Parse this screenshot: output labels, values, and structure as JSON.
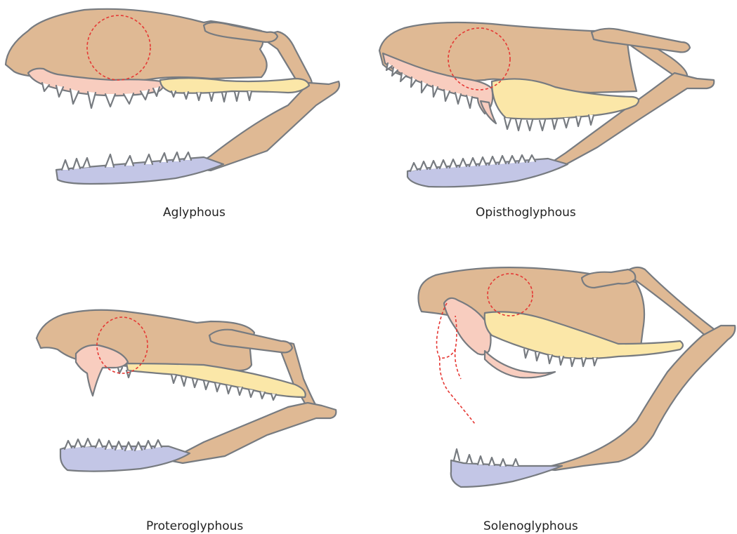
{
  "colors": {
    "skull": "#dfb994",
    "premaxilla_fang": "#f8cdbf",
    "palatine_pterygoid": "#fbe7a8",
    "mandible": "#c3c6e6",
    "outline": "#777b80",
    "muscle_dashed": "#e53935"
  },
  "panels": [
    {
      "name": "aglyphous",
      "label": "Aglyphous"
    },
    {
      "name": "opisthoglyphous",
      "label": "Opisthoglyphous"
    },
    {
      "name": "proteroglyphous",
      "label": "Proteroglyphous"
    },
    {
      "name": "solenoglyphous",
      "label": "Solenoglyphous"
    }
  ]
}
